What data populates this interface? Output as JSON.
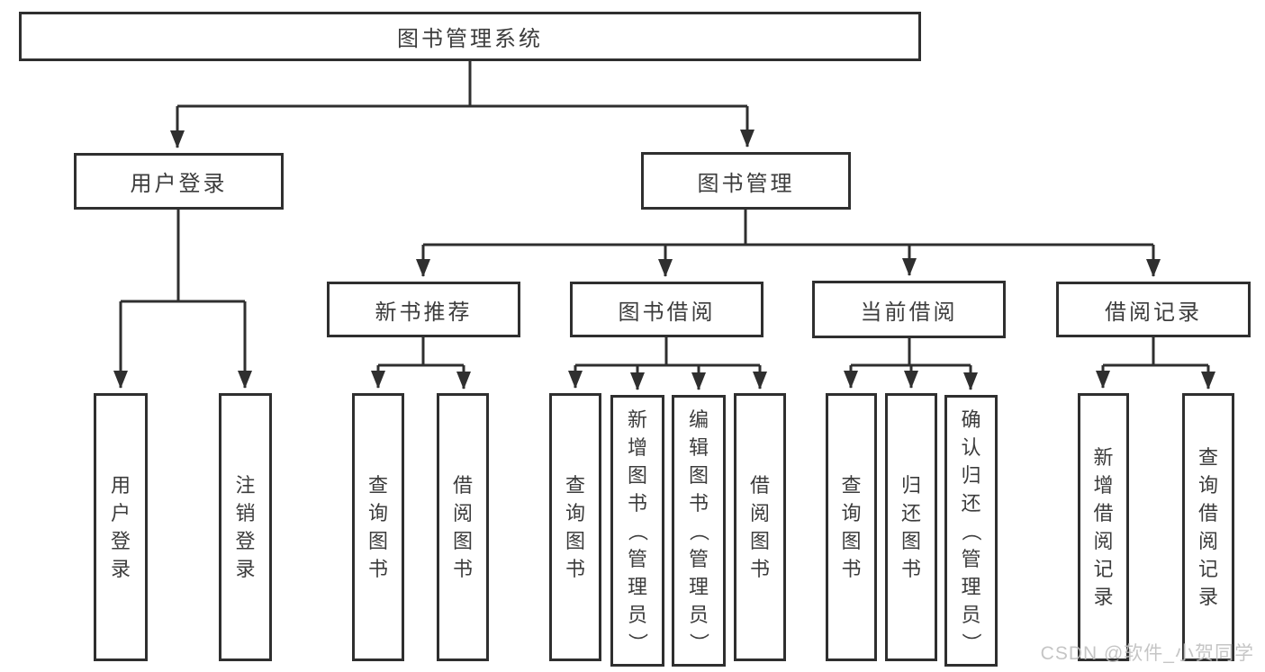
{
  "diagram": {
    "title": "图书管理系统",
    "tree": {
      "label": "图书管理系统",
      "children": [
        {
          "label": "用户登录",
          "children": [
            {
              "label": "用户登录"
            },
            {
              "label": "注销登录"
            }
          ]
        },
        {
          "label": "图书管理",
          "children": [
            {
              "label": "新书推荐",
              "children": [
                {
                  "label": "查询图书"
                },
                {
                  "label": "借阅图书"
                }
              ]
            },
            {
              "label": "图书借阅",
              "children": [
                {
                  "label": "查询图书"
                },
                {
                  "label": "新增图书（管理员）"
                },
                {
                  "label": "编辑图书（管理员）"
                },
                {
                  "label": "借阅图书"
                }
              ]
            },
            {
              "label": "当前借阅",
              "children": [
                {
                  "label": "查询图书"
                },
                {
                  "label": "归还图书"
                },
                {
                  "label": "确认归还（管理员）"
                }
              ]
            },
            {
              "label": "借阅记录",
              "children": [
                {
                  "label": "新增借阅记录"
                },
                {
                  "label": "查询借阅记录"
                }
              ]
            }
          ]
        }
      ]
    }
  },
  "watermark": {
    "text": "CSDN @软件_小贺同学"
  },
  "colors": {
    "line": "#2f2f2f",
    "text": "#3c3c3c",
    "background": "#ffffff",
    "watermark": "#bfbfbf"
  }
}
